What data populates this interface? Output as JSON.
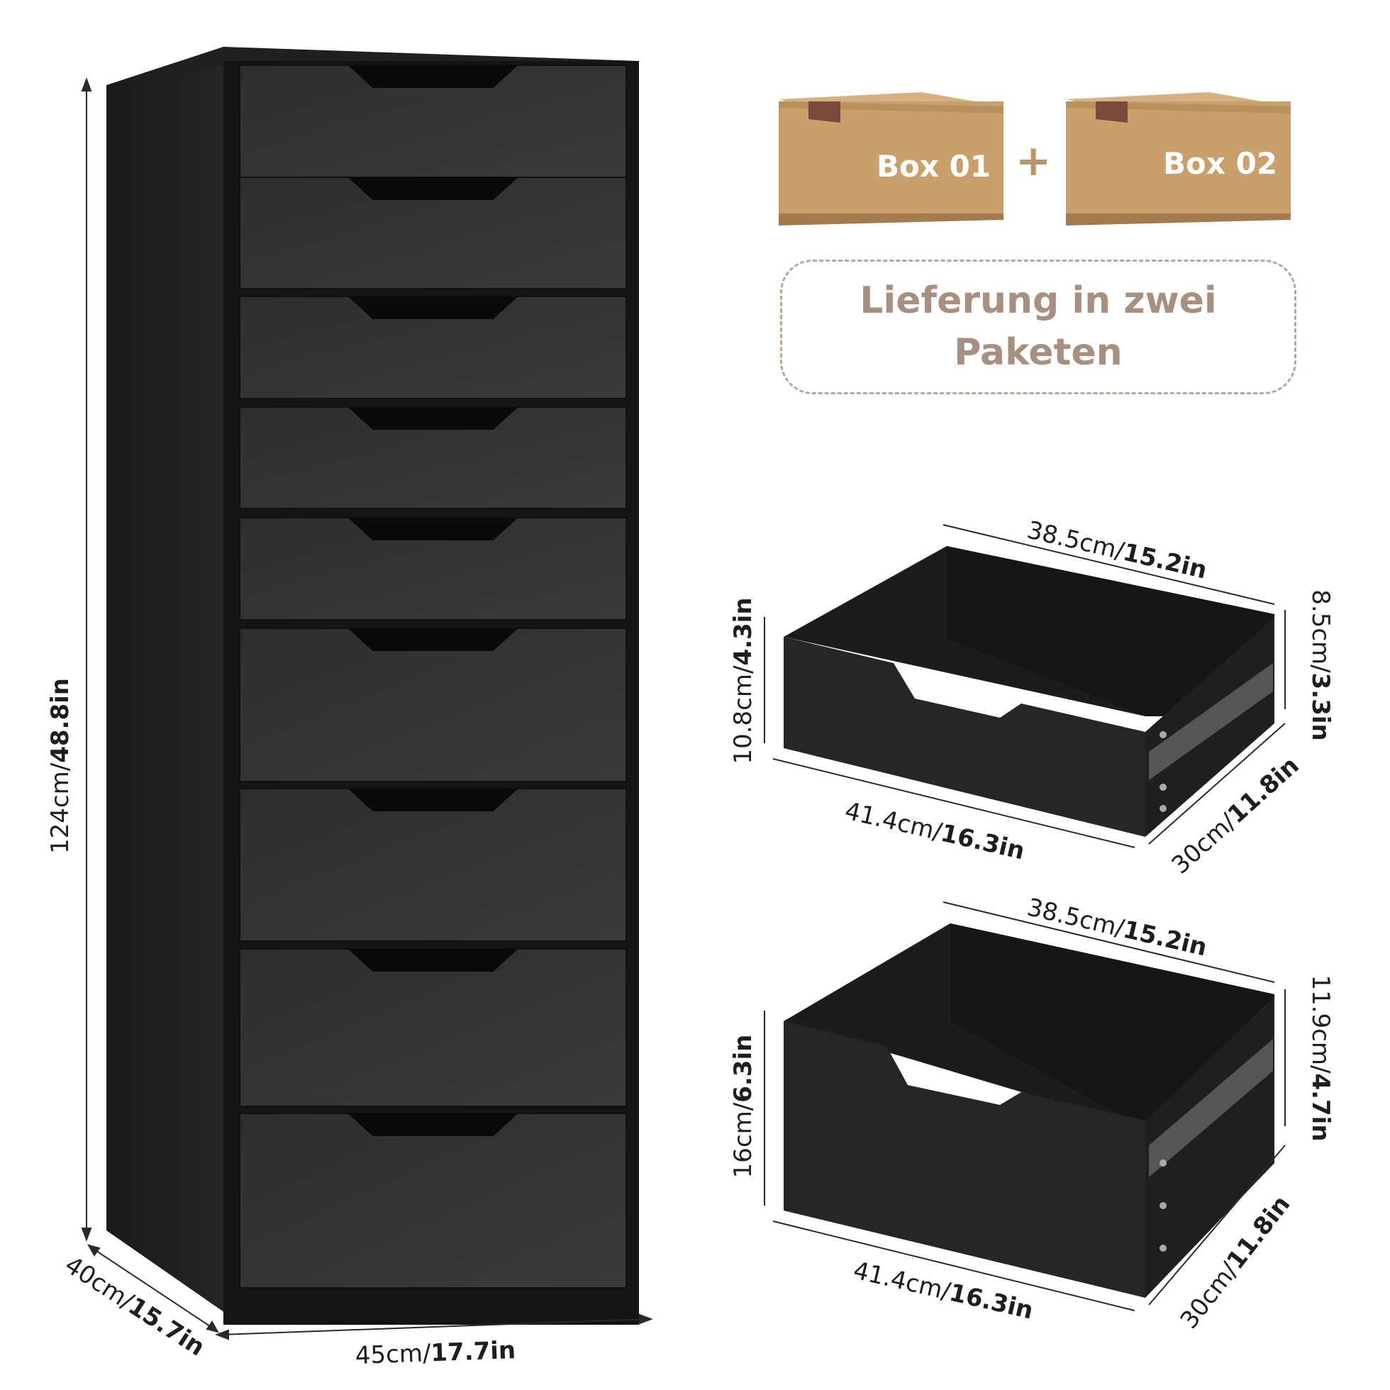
{
  "packages": {
    "box1_label": "Box 01",
    "plus": "+",
    "box2_label": "Box 02",
    "delivery_line1": "Lieferung in zwei",
    "delivery_line2": "Paketen"
  },
  "cabinet": {
    "drawer_count": 9,
    "height": {
      "cm": "124cm/",
      "in": "48.8in"
    },
    "width": {
      "cm": "45cm/",
      "in": "17.7in"
    },
    "depth": {
      "cm": "40cm/",
      "in": "15.7in"
    }
  },
  "small_drawer": {
    "top_width": {
      "cm": "38.5cm/",
      "in": "15.2in"
    },
    "inner_height": {
      "cm": "8.5cm/",
      "in": "3.3in"
    },
    "front_height": {
      "cm": "10.8cm/",
      "in": "4.3in"
    },
    "front_width": {
      "cm": "41.4cm/",
      "in": "16.3in"
    },
    "depth": {
      "cm": "30cm/",
      "in": "11.8in"
    }
  },
  "large_drawer": {
    "top_width": {
      "cm": "38.5cm/",
      "in": "15.2in"
    },
    "inner_height": {
      "cm": "11.9cm/",
      "in": "4.7in"
    },
    "front_height": {
      "cm": "16cm/",
      "in": "6.3in"
    },
    "front_width": {
      "cm": "41.4cm/",
      "in": "16.3in"
    },
    "depth": {
      "cm": "30cm/",
      "in": "11.8in"
    }
  },
  "colors": {
    "cabinet": "#2a2a2a",
    "cardboard": "#c9a06b",
    "tape": "#7a4a3a",
    "accent_text": "#a89080"
  }
}
